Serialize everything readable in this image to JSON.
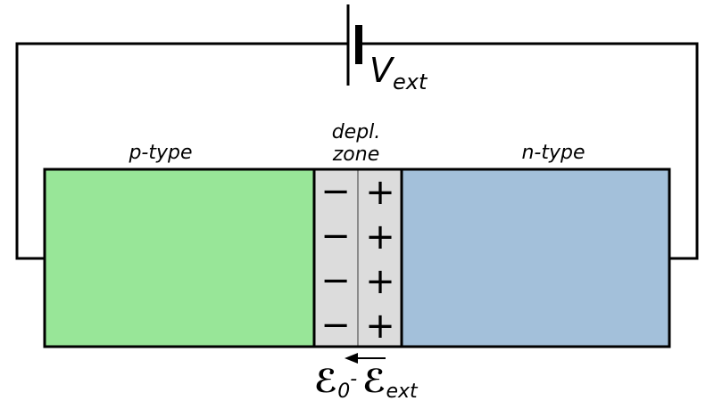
{
  "battery": {
    "label_main": "V",
    "label_sub": "ext"
  },
  "regions": {
    "p": {
      "label": "p-type",
      "color": "#98e698"
    },
    "depletion": {
      "label_line1": "depl.",
      "label_line2": "zone",
      "color": "#dcdcdc"
    },
    "n": {
      "label": "n-type",
      "color": "#a3c0da"
    }
  },
  "charges": {
    "negative": [
      "−",
      "−",
      "−",
      "−"
    ],
    "positive": [
      "+",
      "+",
      "+",
      "+"
    ]
  },
  "field": {
    "e0_symbol": "ℰ",
    "e0_sub": "0",
    "separator": "-",
    "eext_symbol": "ℰ",
    "eext_sub": "ext",
    "arrow_direction": "left"
  },
  "wire_color": "#000000"
}
